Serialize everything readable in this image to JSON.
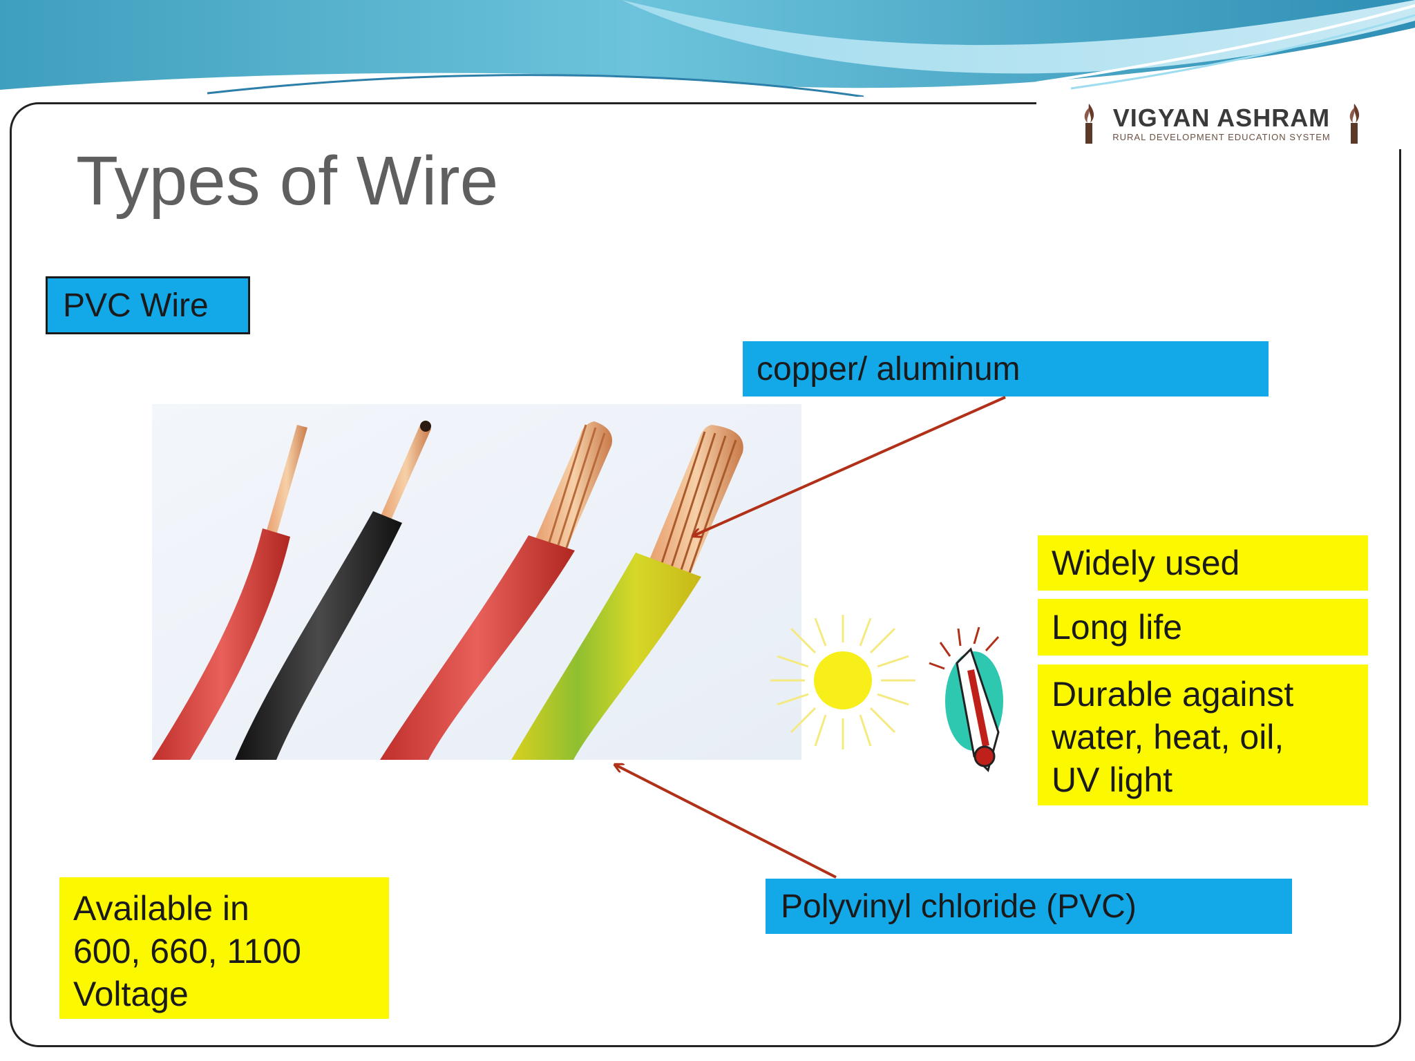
{
  "slide": {
    "title": "Types of Wire",
    "logo": {
      "name": "VIGYAN ASHRAM",
      "tagline": "RURAL DEVELOPMENT EDUCATION SYSTEM"
    },
    "wire_type_label": "PVC Wire",
    "conductor_label": "copper/  aluminum",
    "insulation_label": "Polyvinyl chloride (PVC)",
    "properties": [
      "Widely used",
      "Long life"
    ],
    "durability_lines": [
      "Durable against",
      "water, heat, oil,",
      "UV light"
    ],
    "availability_lines": [
      "Available in",
      "600, 660, 1100",
      "Voltage"
    ]
  },
  "colors": {
    "label_blue": "#13a8e8",
    "highlight_yellow": "#fbf800",
    "title_gray": "#5f5f5f",
    "arrow_red": "#b03018",
    "header_teal": "#4fb3cf"
  },
  "wires": [
    {
      "color": "red",
      "conductor": "solid"
    },
    {
      "color": "black",
      "conductor": "solid"
    },
    {
      "color": "red",
      "conductor": "stranded"
    },
    {
      "color": "green-yellow",
      "conductor": "stranded"
    }
  ],
  "icons": [
    "sun-icon",
    "thermometer-icon"
  ]
}
